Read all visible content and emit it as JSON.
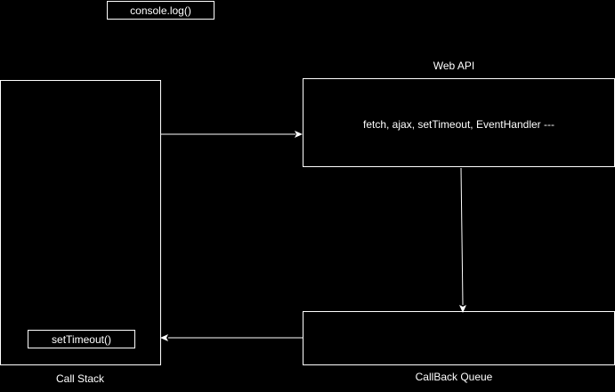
{
  "colors": {
    "background": "#000000",
    "stroke": "#ffffff",
    "arrow": "#ffffff"
  },
  "console_log": {
    "label": "console.log()"
  },
  "call_stack": {
    "title": "Call Stack",
    "item": "setTimeout()"
  },
  "web_api": {
    "title": "Web API",
    "content": "fetch, ajax, setTimeout, EventHandler ---"
  },
  "callback_queue": {
    "title": "CallBack Queue"
  }
}
